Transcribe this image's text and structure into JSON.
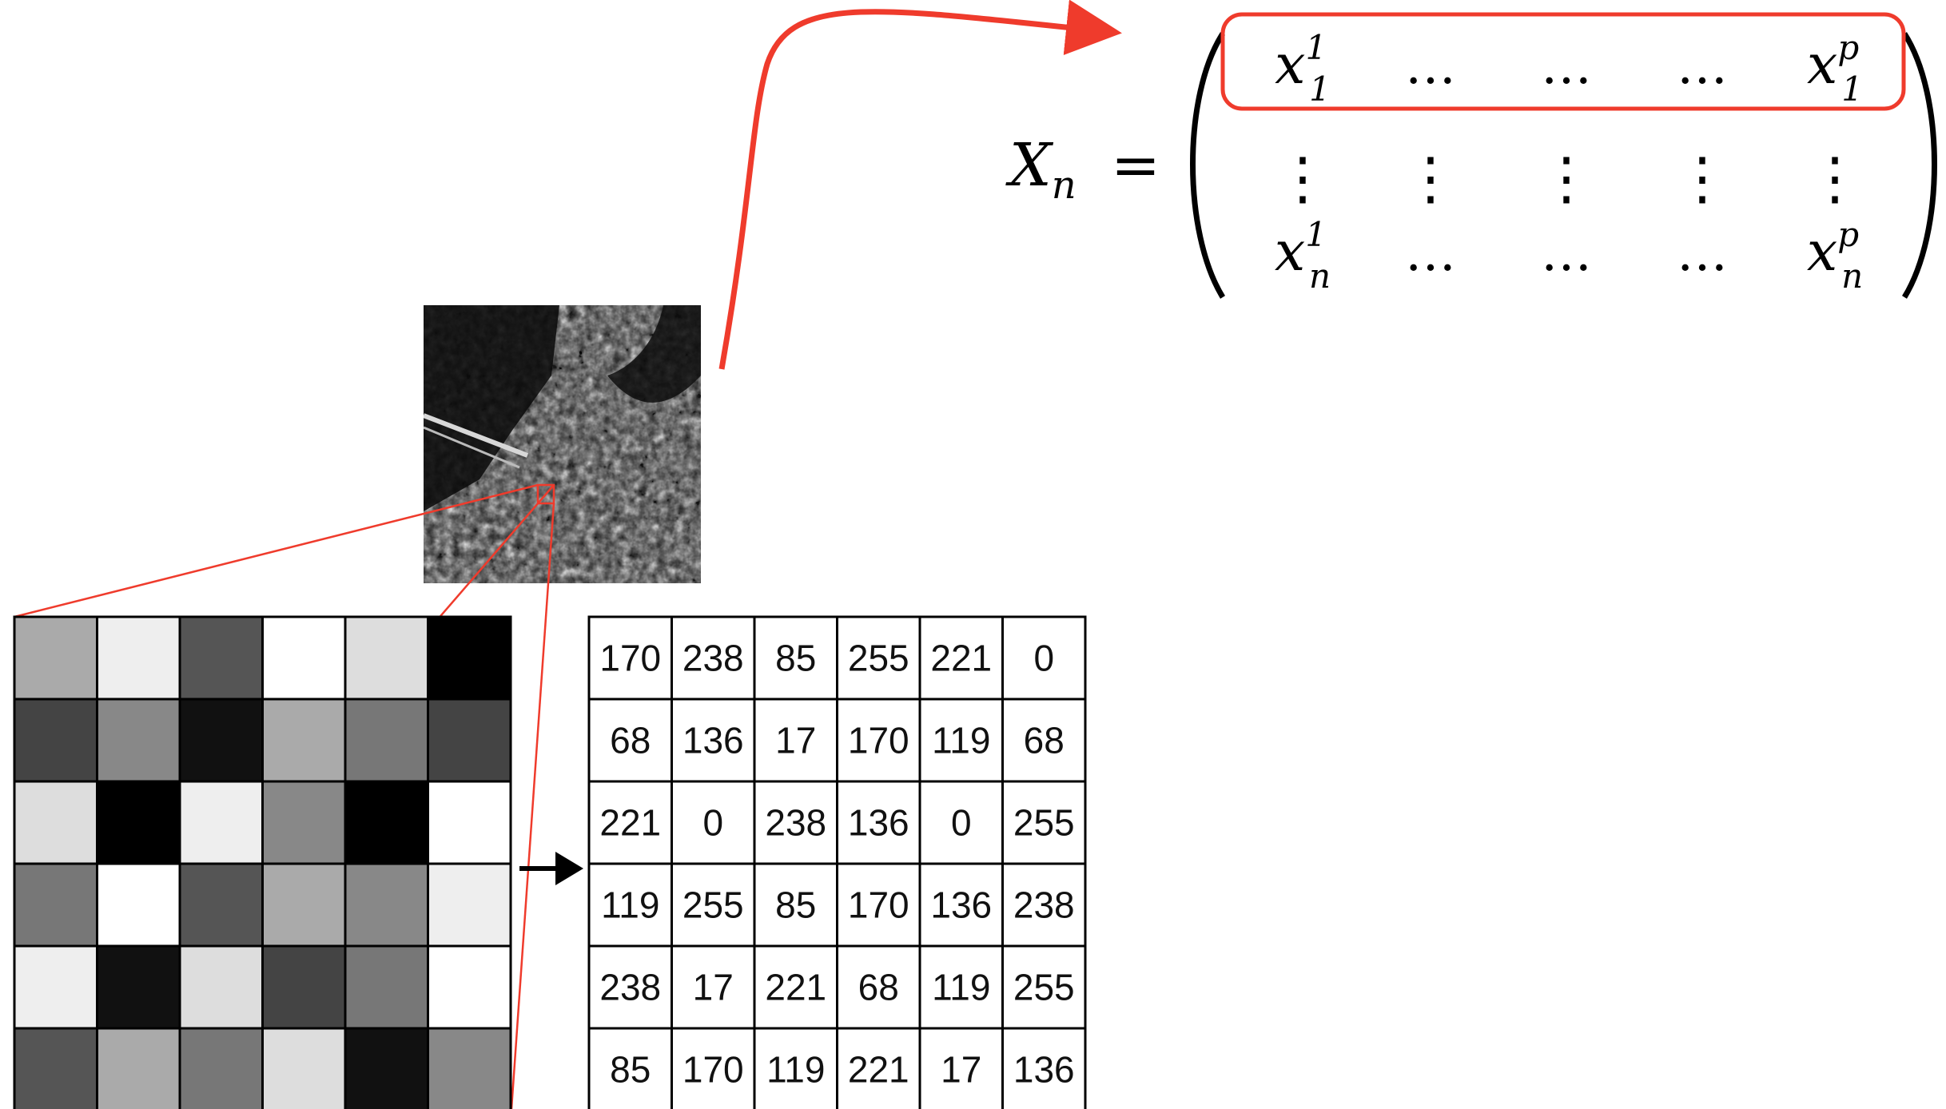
{
  "pixel_grid": {
    "rows": 6,
    "cols": 6,
    "values": [
      [
        170,
        238,
        85,
        255,
        221,
        0
      ],
      [
        68,
        136,
        17,
        170,
        119,
        68
      ],
      [
        221,
        0,
        238,
        136,
        0,
        255
      ],
      [
        119,
        255,
        85,
        170,
        136,
        238
      ],
      [
        238,
        17,
        221,
        68,
        119,
        255
      ],
      [
        85,
        170,
        119,
        221,
        17,
        136
      ]
    ]
  },
  "matrix": {
    "lhs": "X",
    "lhs_sub": "n",
    "equals": "=",
    "top_row": [
      {
        "base": "x",
        "sup": "1",
        "sub": "1"
      },
      {
        "text": "…"
      },
      {
        "text": "…"
      },
      {
        "text": "…"
      },
      {
        "base": "x",
        "sup": "p",
        "sub": "1"
      }
    ],
    "middle_row": [
      "⋮",
      "⋮",
      "⋮",
      "⋮",
      "⋮"
    ],
    "bottom_row": [
      {
        "base": "x",
        "sup": "1",
        "sub": "n"
      },
      {
        "text": "…"
      },
      {
        "text": "…"
      },
      {
        "text": "…"
      },
      {
        "base": "x",
        "sup": "p",
        "sub": "n"
      }
    ]
  },
  "colors": {
    "highlight": "#ef3b2c",
    "grid_line": "#000000",
    "arrow": "#000000"
  },
  "icons": {
    "satellite_image": "satellite-image-icon",
    "grid_arrow": "arrow-right-icon",
    "curved_arrow": "curved-arrow-icon"
  }
}
